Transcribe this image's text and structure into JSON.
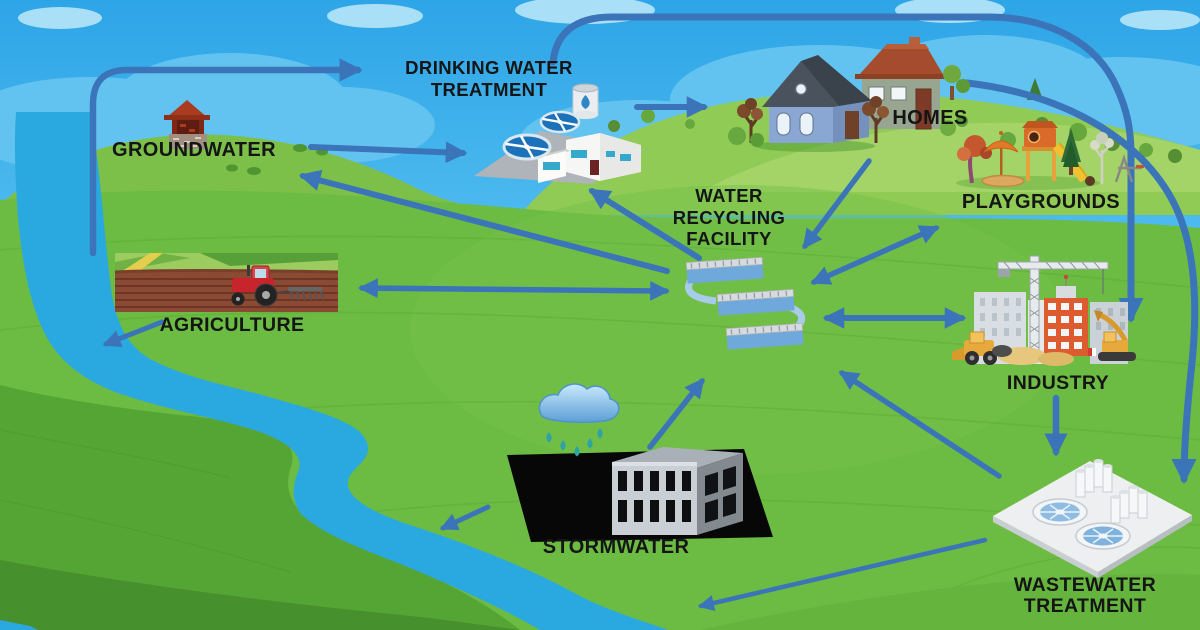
{
  "nodes": {
    "drinking_water_treatment": {
      "label_lines": [
        "DRINKING WATER",
        "TREATMENT"
      ],
      "icon": "water-treatment-plant-icon"
    },
    "groundwater": {
      "label_lines": [
        "GROUNDWATER"
      ],
      "icon": "well-icon"
    },
    "homes": {
      "label_lines": [
        "HOMES"
      ],
      "icon": "houses-icon"
    },
    "playgrounds": {
      "label_lines": [
        "PLAYGROUNDS"
      ],
      "icon": "playground-icon"
    },
    "water_recycling_facility": {
      "label_lines": [
        "WATER",
        "RECYCLING",
        "FACILITY"
      ],
      "icon": "recycling-basins-icon"
    },
    "agriculture": {
      "label_lines": [
        "AGRICULTURE"
      ],
      "icon": "tractor-field-icon"
    },
    "industry": {
      "label_lines": [
        "INDUSTRY"
      ],
      "icon": "construction-site-icon"
    },
    "stormwater": {
      "label_lines": [
        "STORMWATER"
      ],
      "icon": "parking-lot-rain-icon"
    },
    "wastewater_treatment": {
      "label_lines": [
        "WASTEWATER",
        "TREATMENT"
      ],
      "icon": "clarifier-tanks-icon"
    },
    "river": {
      "label_lines": [],
      "icon": "river"
    }
  },
  "edges": [
    {
      "from": "river",
      "to": "drinking_water_treatment",
      "bidirectional": false
    },
    {
      "from": "groundwater",
      "to": "drinking_water_treatment",
      "bidirectional": false
    },
    {
      "from": "water_recycling_facility",
      "to": "groundwater",
      "bidirectional": false
    },
    {
      "from": "water_recycling_facility",
      "to": "drinking_water_treatment",
      "bidirectional": false
    },
    {
      "from": "drinking_water_treatment",
      "to": "homes",
      "bidirectional": false
    },
    {
      "from": "drinking_water_treatment",
      "to": "industry",
      "bidirectional": false
    },
    {
      "from": "homes",
      "to": "water_recycling_facility",
      "bidirectional": false
    },
    {
      "from": "homes",
      "to": "wastewater_treatment",
      "bidirectional": false
    },
    {
      "from": "water_recycling_facility",
      "to": "playgrounds",
      "bidirectional": true
    },
    {
      "from": "water_recycling_facility",
      "to": "industry",
      "bidirectional": true
    },
    {
      "from": "water_recycling_facility",
      "to": "agriculture",
      "bidirectional": true
    },
    {
      "from": "wastewater_treatment",
      "to": "water_recycling_facility",
      "bidirectional": false
    },
    {
      "from": "industry",
      "to": "wastewater_treatment",
      "bidirectional": false
    },
    {
      "from": "wastewater_treatment",
      "to": "river",
      "bidirectional": false
    },
    {
      "from": "stormwater",
      "to": "water_recycling_facility",
      "bidirectional": false
    },
    {
      "from": "stormwater",
      "to": "river",
      "bidirectional": false
    },
    {
      "from": "agriculture",
      "to": "river",
      "bidirectional": false
    }
  ],
  "colors": {
    "arrow": "#3B74B8",
    "river": "#2AA9E1",
    "sky": "#37ACE9",
    "field": "#6CBB42",
    "label": "#151515"
  }
}
